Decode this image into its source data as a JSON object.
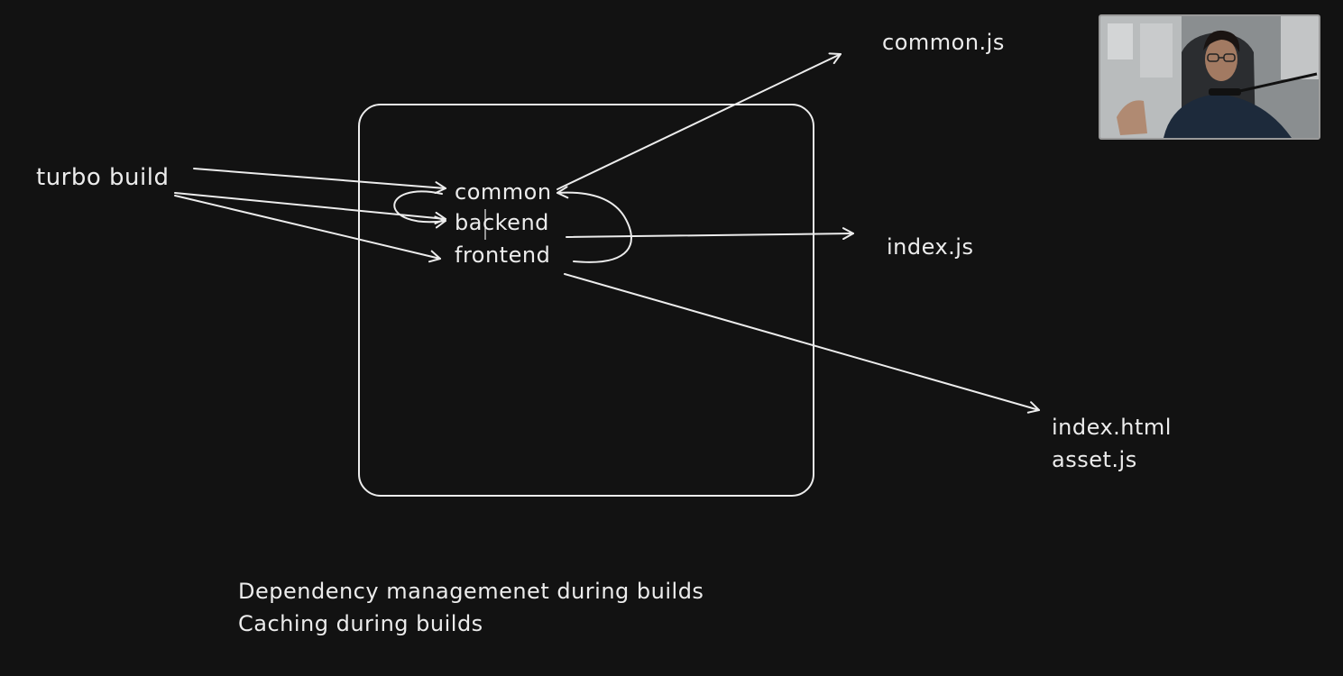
{
  "diagram": {
    "command": "turbo build",
    "packages": [
      "common",
      "backend",
      "frontend"
    ],
    "outputs": {
      "common": "common.js",
      "backend": "index.js",
      "frontend": [
        "index.html",
        "asset.js"
      ]
    }
  },
  "notes": [
    "Dependency managemenet during builds",
    "Caching during builds"
  ],
  "colors": {
    "background": "#121212",
    "ink": "#ececec"
  },
  "webcam": {
    "icon": "presenter-video-icon"
  }
}
